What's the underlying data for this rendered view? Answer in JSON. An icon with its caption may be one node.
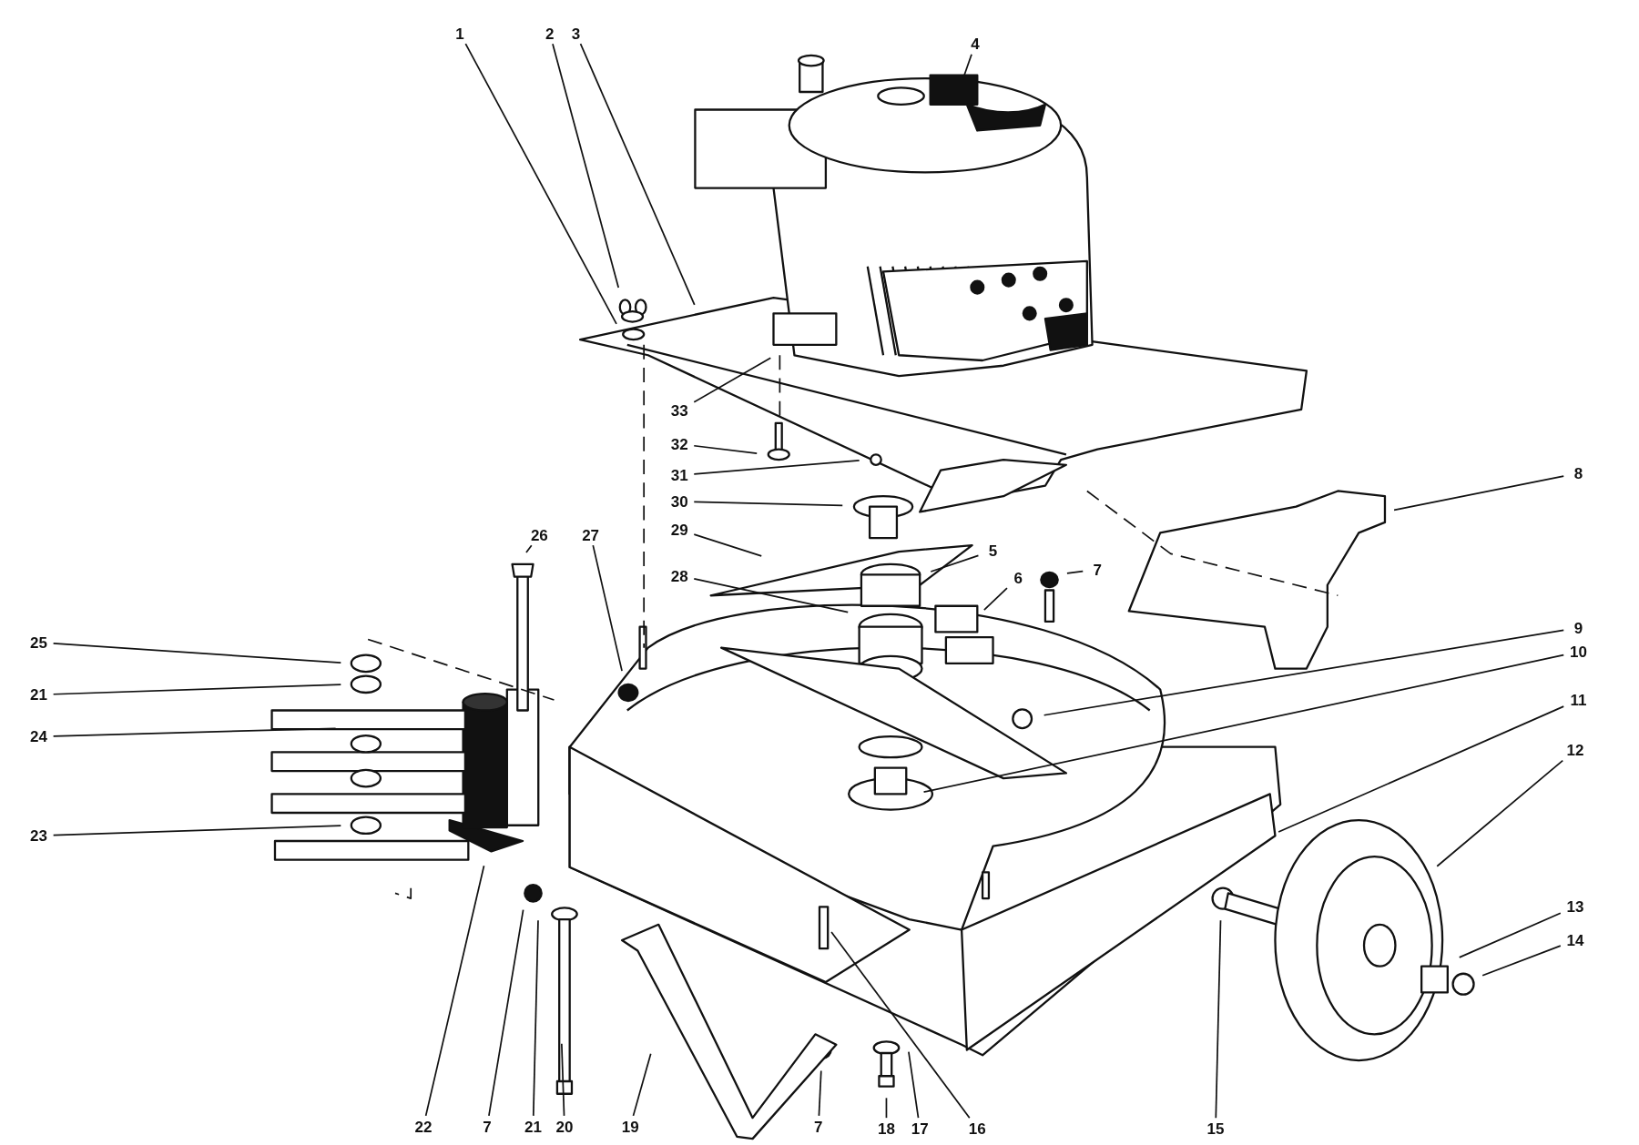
{
  "diagram": {
    "nodes": [
      {
        "text": [
          "1"
        ]
      },
      {
        "text": [
          "2"
        ]
      },
      {
        "text": [
          "3"
        ]
      },
      {
        "text": [
          "4"
        ]
      },
      {
        "text": [
          "33"
        ]
      },
      {
        "text": [
          "32"
        ]
      },
      {
        "text": [
          "31"
        ]
      },
      {
        "text": [
          "30"
        ]
      },
      {
        "text": [
          "29"
        ]
      },
      {
        "text": [
          "28"
        ]
      },
      {
        "text": [
          "5"
        ]
      },
      {
        "text": [
          "6"
        ]
      },
      {
        "text": [
          "7"
        ]
      },
      {
        "text": [
          "8"
        ]
      },
      {
        "text": [
          "9"
        ]
      },
      {
        "text": [
          "10"
        ]
      },
      {
        "text": [
          "11"
        ]
      },
      {
        "text": [
          "12"
        ]
      },
      {
        "text": [
          "26"
        ]
      },
      {
        "text": [
          "27"
        ]
      },
      {
        "text": [
          "25"
        ]
      },
      {
        "text": [
          "21"
        ]
      },
      {
        "text": [
          "24"
        ]
      },
      {
        "text": [
          "23"
        ]
      },
      {
        "text": [
          "13"
        ]
      },
      {
        "text": [
          "14"
        ]
      },
      {
        "text": [
          "22"
        ]
      },
      {
        "text": [
          "7"
        ]
      },
      {
        "text": [
          "21"
        ]
      },
      {
        "text": [
          "20"
        ]
      },
      {
        "text": [
          "19"
        ]
      },
      {
        "text": [
          "7"
        ]
      },
      {
        "text": [
          "18"
        ]
      },
      {
        "text": [
          "17"
        ]
      },
      {
        "text": [
          "16"
        ]
      },
      {
        "text": [
          "15"
        ]
      }
    ],
    "edges": [
      {
        "from": 0,
        "to": null,
        "arrow": "none"
      },
      {
        "from": 1,
        "to": null,
        "arrow": "none"
      },
      {
        "from": 2,
        "to": null,
        "arrow": "none"
      },
      {
        "from": 3,
        "to": null,
        "arrow": "none"
      },
      {
        "from": 4,
        "to": null,
        "arrow": "none"
      },
      {
        "from": 5,
        "to": null,
        "arrow": "none"
      },
      {
        "from": 6,
        "to": null,
        "arrow": "none"
      },
      {
        "from": 7,
        "to": null,
        "arrow": "none"
      },
      {
        "from": 8,
        "to": null,
        "arrow": "none"
      },
      {
        "from": 9,
        "to": null,
        "arrow": "none"
      },
      {
        "from": 10,
        "to": null,
        "arrow": "none"
      },
      {
        "from": 11,
        "to": null,
        "arrow": "none"
      },
      {
        "from": 12,
        "to": null,
        "arrow": "none"
      },
      {
        "from": 13,
        "to": null,
        "arrow": "none"
      },
      {
        "from": 14,
        "to": null,
        "arrow": "none"
      },
      {
        "from": 15,
        "to": null,
        "arrow": "none"
      },
      {
        "from": 16,
        "to": null,
        "arrow": "none"
      },
      {
        "from": 17,
        "to": null,
        "arrow": "none"
      },
      {
        "from": 18,
        "to": null,
        "arrow": "none"
      },
      {
        "from": 19,
        "to": null,
        "arrow": "none"
      },
      {
        "from": 20,
        "to": null,
        "arrow": "none"
      },
      {
        "from": 21,
        "to": null,
        "arrow": "none"
      },
      {
        "from": 22,
        "to": null,
        "arrow": "none"
      },
      {
        "from": 23,
        "to": null,
        "arrow": "none"
      },
      {
        "from": 24,
        "to": null,
        "arrow": "none"
      },
      {
        "from": 25,
        "to": null,
        "arrow": "none"
      },
      {
        "from": 26,
        "to": null,
        "arrow": "none"
      },
      {
        "from": 27,
        "to": null,
        "arrow": "none"
      },
      {
        "from": 28,
        "to": null,
        "arrow": "none"
      },
      {
        "from": 29,
        "to": null,
        "arrow": "none"
      },
      {
        "from": 30,
        "to": null,
        "arrow": "none"
      },
      {
        "from": 31,
        "to": null,
        "arrow": "none"
      },
      {
        "from": 32,
        "to": null,
        "arrow": "none"
      },
      {
        "from": 33,
        "to": null,
        "arrow": "none"
      },
      {
        "from": 34,
        "to": null,
        "arrow": "none"
      },
      {
        "from": 35,
        "to": null,
        "arrow": "none"
      }
    ]
  }
}
